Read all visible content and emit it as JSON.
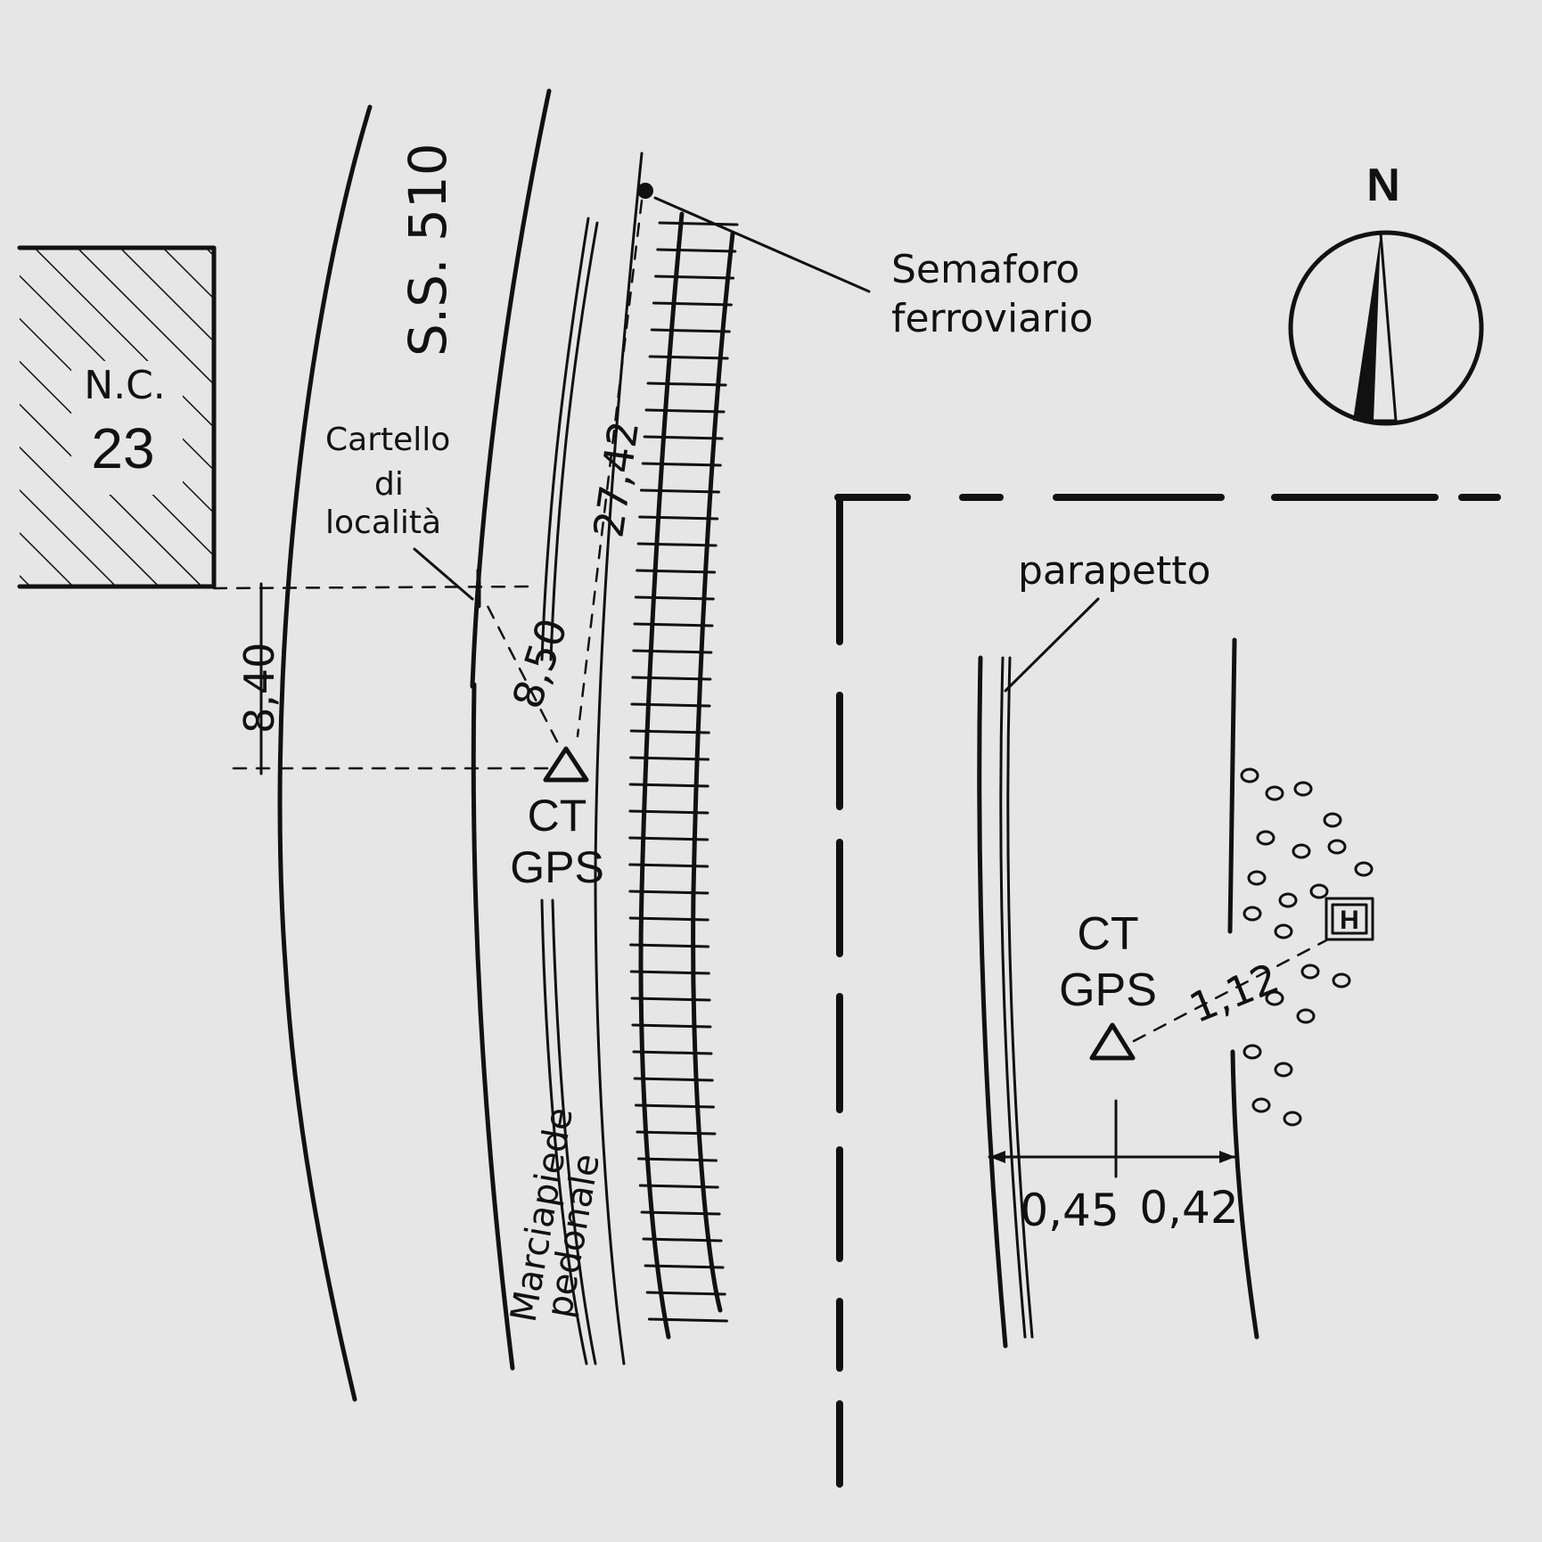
{
  "building": {
    "label_line1": "N.C.",
    "label_line2": "23"
  },
  "road": {
    "label": "S.S. 510"
  },
  "sign": {
    "line1": "Cartello",
    "line2": "di",
    "line3": "località"
  },
  "sidewalk": {
    "line1": "Marciapiede",
    "line2": "pedonale"
  },
  "signal": {
    "line1": "Semaforo",
    "line2": "ferroviario"
  },
  "north": {
    "label": "N"
  },
  "parapet": {
    "label": "parapetto"
  },
  "station_left": {
    "line1": "CT",
    "line2": "GPS"
  },
  "station_right": {
    "line1": "CT",
    "line2": "GPS"
  },
  "marker": {
    "label": "H"
  },
  "dimensions": {
    "building_offset": "8,40",
    "to_sign": "8,50",
    "to_signal": "27,42",
    "to_marker": "1,12",
    "left_gap": "0,45",
    "right_gap": "0,42"
  }
}
